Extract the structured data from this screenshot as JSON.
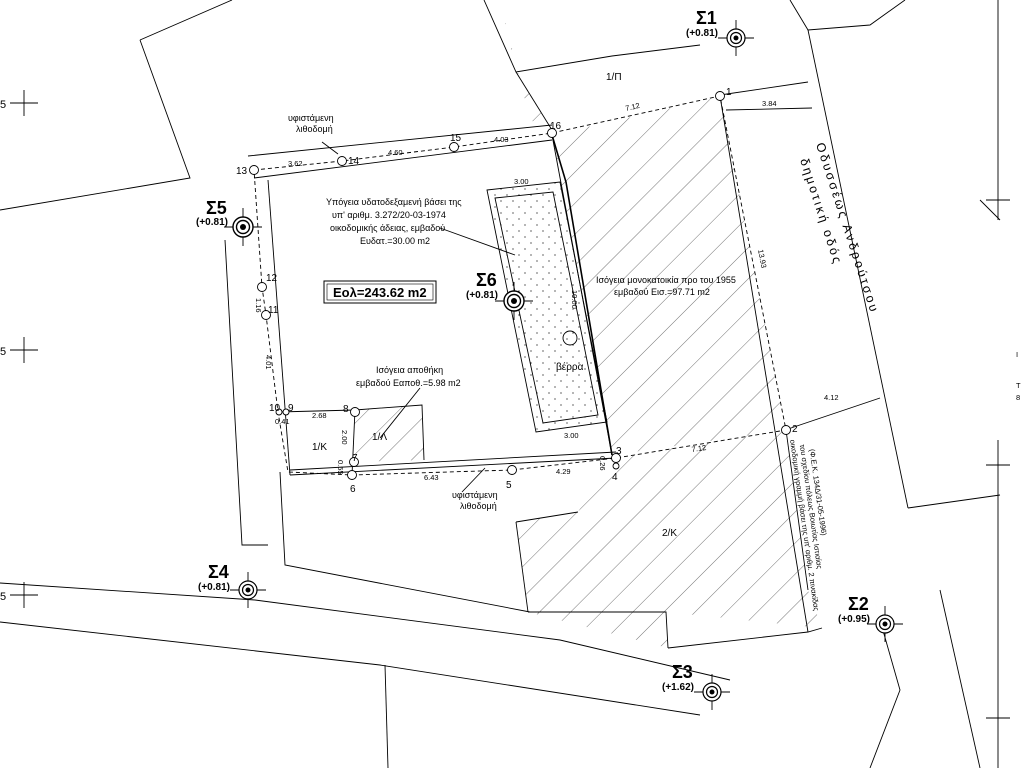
{
  "labels": {
    "area_total": "Εολ=243.62 m2",
    "tank": [
      "Υπόγεια υδατοδεξαμενή βάσει της",
      "υπ' αριθμ. 3.272/20-03-1974",
      "οικοδομικής άδειας, εμβαδού",
      "Ευδατ.=30.00 m2"
    ],
    "house": [
      "Ισόγεια μονοκατοικία προ του 1955",
      "εμβαδού Εισ.=97.71 m2"
    ],
    "storage": [
      "Ισόγεια αποθήκη",
      "εμβαδού Εαποθ.=5.98 m2"
    ],
    "wall_top": [
      "υφιστάμενη",
      "λιθοδομή"
    ],
    "wall_bottom": [
      "υφιστάμενη",
      "λιθοδομή"
    ],
    "well": "βέρρα",
    "street": [
      "δημοτική οδός",
      "Οδυσσέως Ανδρούτσου"
    ],
    "building_line": [
      "οικοδομική γραμμή βάσει της υπ' αριθμ. 2 πινακίδας",
      "του σχεδίου πόλεως Βοιωτίας Ιστιαίας",
      "(Φ.Ε.Κ. 134Δ/31-05-1996)"
    ],
    "parcels": [
      "1/Π",
      "1/Κ",
      "1/Λ",
      "2/Κ"
    ]
  },
  "stations": [
    {
      "name": "Σ1",
      "elev": "(+0.81)"
    },
    {
      "name": "Σ2",
      "elev": "(+0.95)"
    },
    {
      "name": "Σ3",
      "elev": "(+1.62)"
    },
    {
      "name": "Σ4",
      "elev": "(+0.81)"
    },
    {
      "name": "Σ5",
      "elev": "(+0.81)"
    },
    {
      "name": "Σ6",
      "elev": "(+0.81)"
    }
  ],
  "vertices": [
    "1",
    "2",
    "3",
    "4",
    "5",
    "6",
    "7",
    "8",
    "9",
    "10",
    "11",
    "12",
    "13",
    "14",
    "15",
    "16"
  ],
  "dims": [
    "7.12",
    "3.84",
    "13.93",
    "4.12",
    "7.12",
    "0.26",
    "4.29",
    "6.43",
    "0.55",
    "2.00",
    "2.68",
    "0.41",
    "4.01",
    "1.16",
    "3.62",
    "4.60",
    "4.03",
    "3.00",
    "10.00",
    "3.00"
  ],
  "margin_ticks": [
    "5",
    "5",
    "5"
  ],
  "right_fragment": [
    "I",
    "T",
    "8"
  ]
}
